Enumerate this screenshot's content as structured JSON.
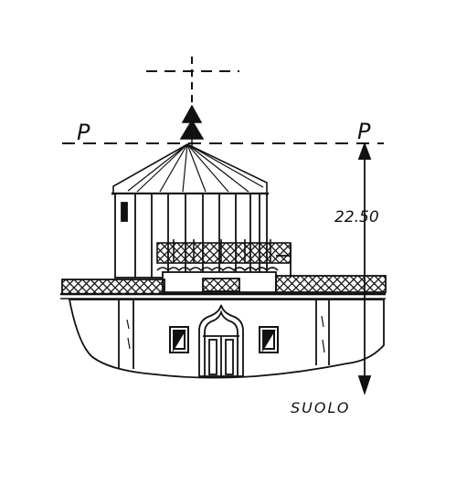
{
  "labels": {
    "datum_left": "P",
    "datum_right": "P",
    "height": "22.50",
    "ground": "SUOLO"
  },
  "colors": {
    "ink": "#111111",
    "paper": "#ffffff"
  }
}
